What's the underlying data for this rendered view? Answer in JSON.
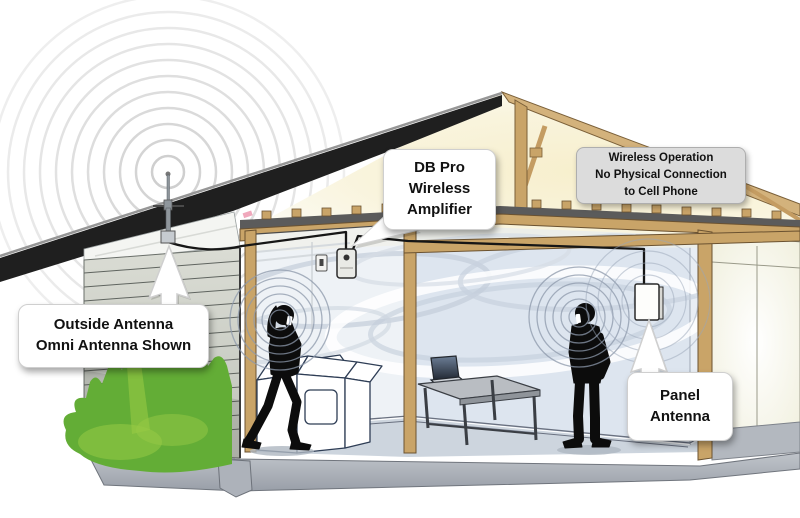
{
  "callouts": {
    "amplifier": {
      "line1": "DB Pro",
      "line2": "Wireless",
      "line3": "Amplifier"
    },
    "wireless_note": {
      "line1": "Wireless Operation",
      "line2": "No Physical Connection",
      "line3": "to Cell Phone"
    },
    "outside_antenna": {
      "line1": "Outside Antenna",
      "line2": "Omni Antenna Shown"
    },
    "panel_antenna": {
      "line1": "Panel",
      "line2": "Antenna"
    }
  },
  "colors": {
    "roof": "#1f1f1f",
    "wood": "#c9a468",
    "wood_light": "#d3b27c",
    "attic_glow": "#f7efcd",
    "siding": "#ccd0c7",
    "bush_green": "#63ad36",
    "bush_light": "#97ca45",
    "wall_tint": "#dde5ef",
    "floor": "#cdd5de",
    "foundation": "#a9aeb6",
    "silhouette": "#0c0c0c",
    "label_gray": "#dcdcdc",
    "appliance_outline": "#2e3d55",
    "signal_ring": "#8d99ab"
  },
  "scene": {
    "elements": [
      "radio-waves",
      "omni-antenna",
      "roof",
      "attic-framing",
      "siding-wall",
      "amplifier-device",
      "wall-outlet",
      "coax-cable",
      "panel-antenna-device",
      "person-on-phone-left",
      "person-on-phone-right",
      "washer-dryer",
      "table-with-laptop",
      "bushes",
      "floor",
      "foundation"
    ]
  }
}
